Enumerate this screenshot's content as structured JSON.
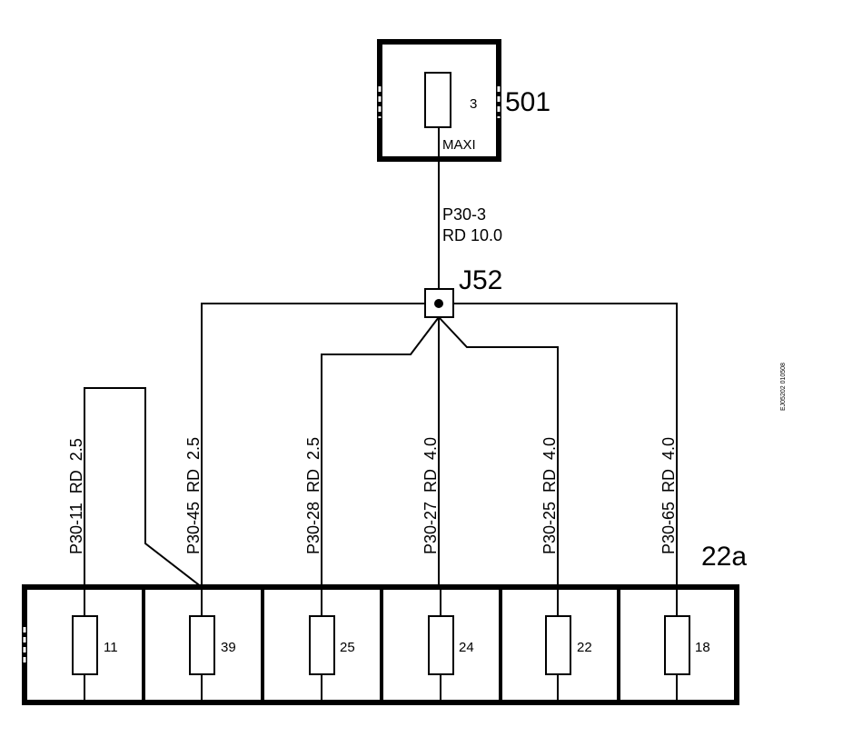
{
  "top_fuse": {
    "component_id": "501",
    "fuse_number": "3",
    "fuse_type": "MAXI"
  },
  "feed_wire": {
    "circuit": "P30-3",
    "spec": "RD 10.0"
  },
  "junction": {
    "label": "J52"
  },
  "fuse_box": {
    "component_id": "22a",
    "fuses": [
      {
        "number": "11",
        "wire_label": "P30-11  RD  2.5"
      },
      {
        "number": "39",
        "wire_label": "P30-45  RD  2.5"
      },
      {
        "number": "25",
        "wire_label": "P30-28  RD  2.5"
      },
      {
        "number": "24",
        "wire_label": "P30-27  RD  4.0"
      },
      {
        "number": "22",
        "wire_label": "P30-25  RD  4.0"
      },
      {
        "number": "18",
        "wire_label": "P30-65  RD  4.0"
      }
    ]
  },
  "side_code": "EJ05202 010508"
}
